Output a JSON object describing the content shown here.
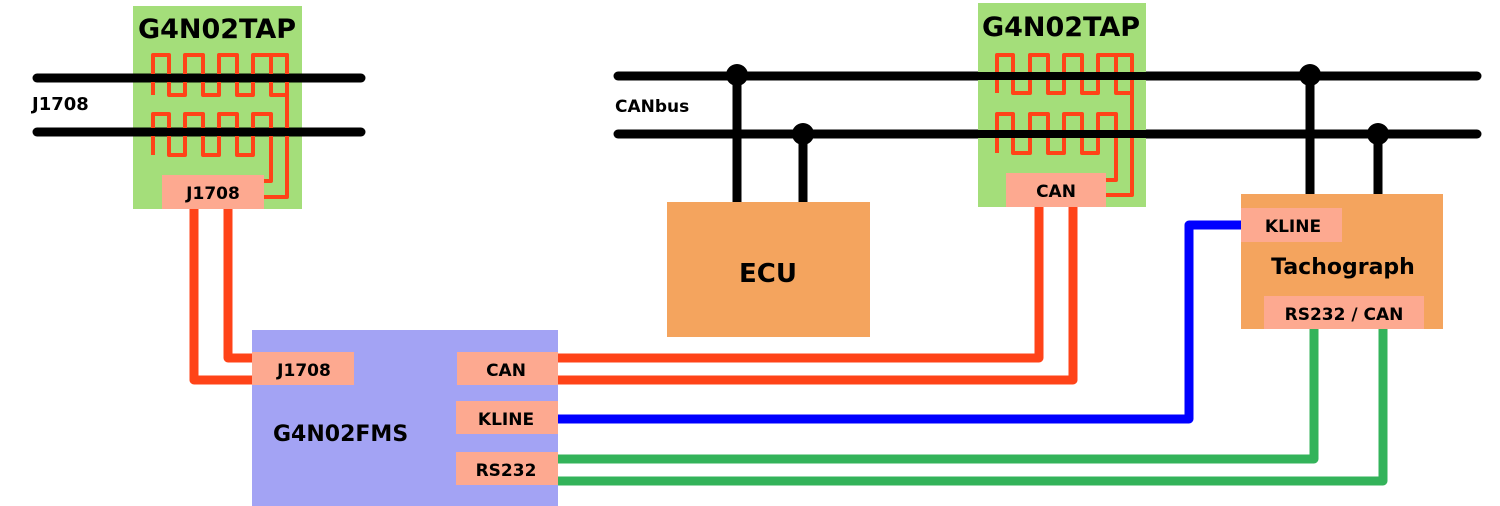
{
  "diagram": {
    "colors": {
      "tap_block": "#a4de7a",
      "pad": "#fda990",
      "fms_block": "#a3a3f4",
      "device_block": "#f4a45e",
      "can_j1708_wire": "#ff4318",
      "kline_wire": "#0000ff",
      "rs232_wire": "#33b35a",
      "bus": "#000000"
    },
    "buses": {
      "j1708_label": "J1708",
      "can_label": "CANbus"
    },
    "tap_left": {
      "title": "G4N02TAP",
      "port": "J1708"
    },
    "tap_right": {
      "title": "G4N02TAP",
      "port": "CAN"
    },
    "ecu": {
      "label": "ECU"
    },
    "tachograph": {
      "label": "Tachograph",
      "port_kline": "KLINE",
      "port_rs232_can": "RS232 / CAN"
    },
    "fms": {
      "label": "G4N02FMS",
      "port_j1708": "J1708",
      "port_can": "CAN",
      "port_kline": "KLINE",
      "port_rs232": "RS232"
    }
  }
}
